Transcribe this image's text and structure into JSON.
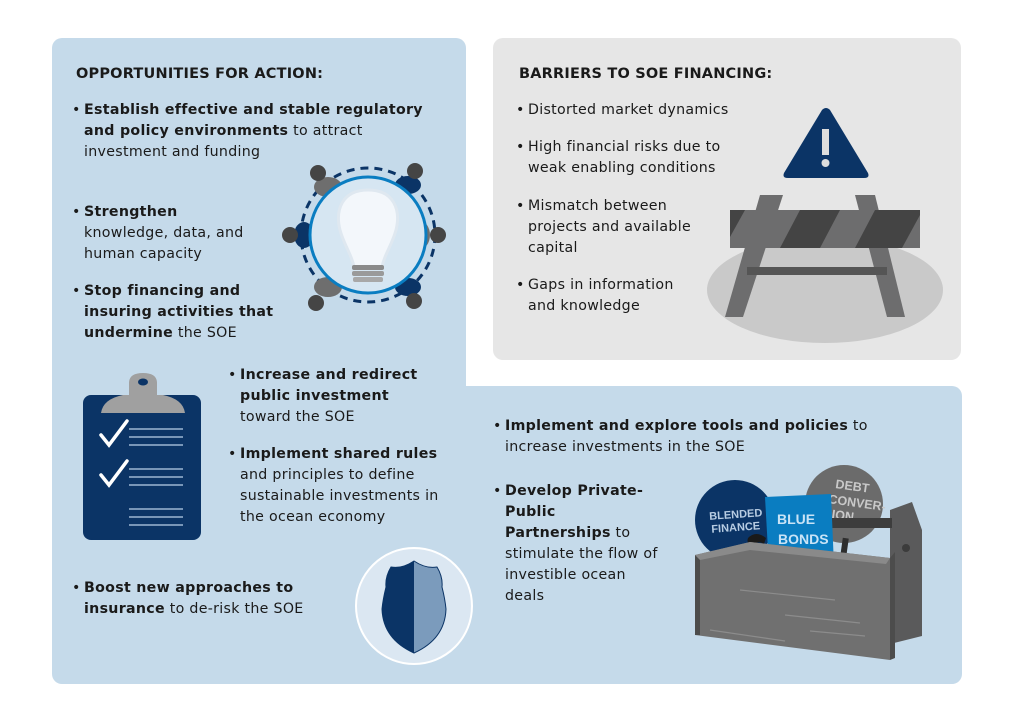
{
  "opportunities": {
    "title": "OPPORTUNITIES FOR ACTION:",
    "items": [
      {
        "bold": "Establish effective and stable regulatory and policy environments",
        "rest": " to attract investment and funding"
      },
      {
        "bold": "Strengthen",
        "rest": " knowledge, data, and human capacity"
      },
      {
        "bold": "Stop financing and insuring activities that undermine",
        "rest": " the SOE"
      },
      {
        "bold": "Increase and redirect public investment",
        "rest": " toward the SOE"
      },
      {
        "bold": "Implement shared rules",
        "rest": " and principles to define sustainable investments in the ocean economy"
      },
      {
        "bold": "Boost new approaches to insurance",
        "rest": " to de-risk the SOE"
      },
      {
        "bold": "Implement and explore tools and policies",
        "rest": " to increase investments in the SOE"
      },
      {
        "bold": "Develop Private-Public Partnerships",
        "rest": " to stimulate the flow of investible ocean deals"
      }
    ]
  },
  "barriers": {
    "title": "BARRIERS TO SOE FINANCING:",
    "items": [
      "Distorted market dynamics",
      "High financial risks due to weak enabling conditions",
      "Mismatch between projects and available capital",
      "Gaps in information and knowledge"
    ]
  },
  "toolbox": {
    "blended": [
      "BLENDED",
      "FINANCE"
    ],
    "blue": [
      "BLUE",
      "BONDS"
    ],
    "debt": [
      "DEBT",
      "CONVER-",
      "SION"
    ]
  },
  "bullet": "•",
  "colors": {
    "panel_blue": "#c5daea",
    "panel_grey": "#e6e6e6",
    "navy": "#0b3466",
    "bright_blue": "#0a7dc1",
    "grey_dark": "#555555"
  }
}
